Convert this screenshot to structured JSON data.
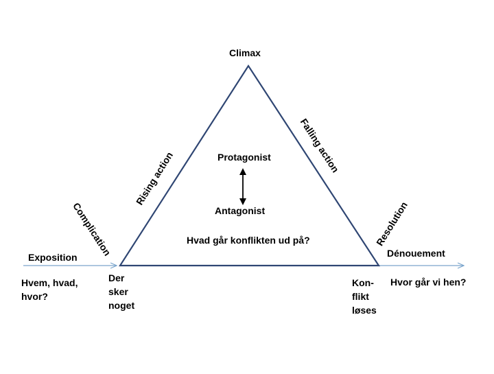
{
  "colors": {
    "triangle_stroke": "#2f4673",
    "timeline_arrow": "#7aa5cc",
    "double_arrow": "#000000"
  },
  "labels": {
    "climax": "Climax",
    "rising_action": "Rising action",
    "falling_action": "Falling action",
    "complication": "Complication",
    "resolution": "Resolution",
    "exposition": "Exposition",
    "denouement": "Dénouement",
    "protagonist": "Protagonist",
    "antagonist": "Antagonist",
    "conflict_question": "Hvad går konflikten ud på?",
    "exposition_question": "Hvem, hvad,\nhvor?",
    "complication_note": "Der\nsker\nnoget",
    "resolution_note": "Kon-\nflikt\nløses",
    "denouement_question": "Hvor går vi hen?"
  }
}
